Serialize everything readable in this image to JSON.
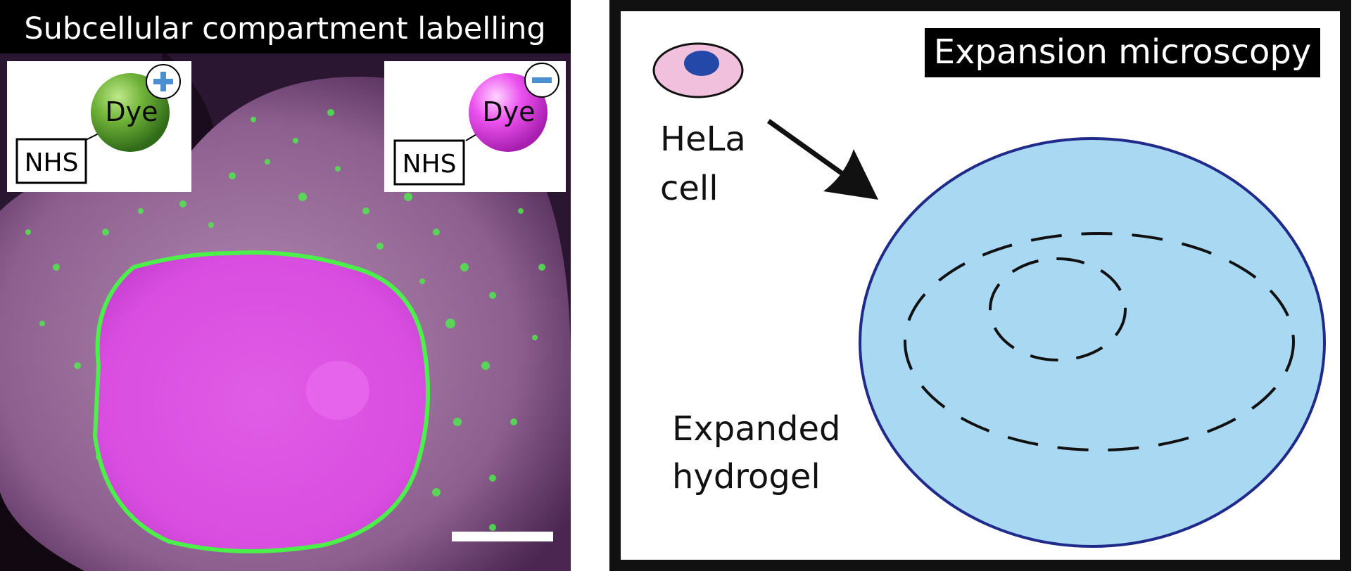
{
  "left_panel": {
    "title": "Subcellular compartment labelling",
    "positive_dye": {
      "dye_label": "Dye",
      "linker_label": "NHS",
      "charge": "+",
      "color": "#5a9a2a"
    },
    "negative_dye": {
      "dye_label": "Dye",
      "linker_label": "NHS",
      "charge": "−",
      "color": "#e040e8"
    },
    "colors": {
      "nucleus": "#d84fe0",
      "membrane": "#4cf04a",
      "cytoplasm": "#b98ab6",
      "background": "#1a0d1a"
    }
  },
  "right_panel": {
    "title": "Expansion microscopy",
    "cell_label_line1": "HeLa",
    "cell_label_line2": "cell",
    "gel_label_line1": "Expanded",
    "gel_label_line2": "hydrogel",
    "colors": {
      "cell_fill": "#f0c0dc",
      "cell_nucleus": "#2448a8",
      "gel_fill": "#a8d8f2",
      "gel_stroke": "#1f2a8a"
    }
  }
}
